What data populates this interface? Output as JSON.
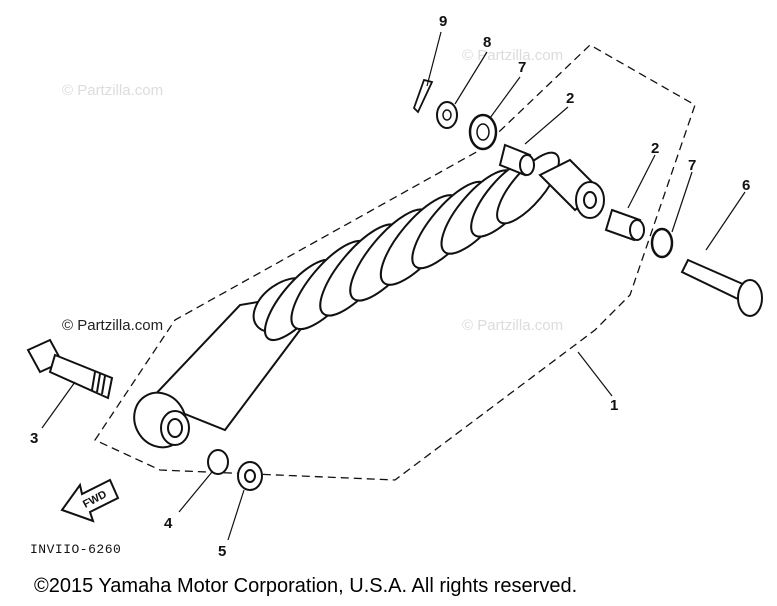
{
  "diagram": {
    "callouts": [
      "9",
      "8",
      "7",
      "2",
      "2",
      "7",
      "6",
      "1",
      "3",
      "4",
      "5"
    ],
    "watermark": "© Partzilla.com",
    "fwd_label": "FWD",
    "drawing_code": "INVIIO-6260"
  },
  "copyright": "©2015 Yamaha Motor Corporation, U.S.A. All rights reserved.",
  "colors": {
    "ink": "#111111",
    "watermark": "#dcdcdc",
    "background": "#ffffff"
  }
}
